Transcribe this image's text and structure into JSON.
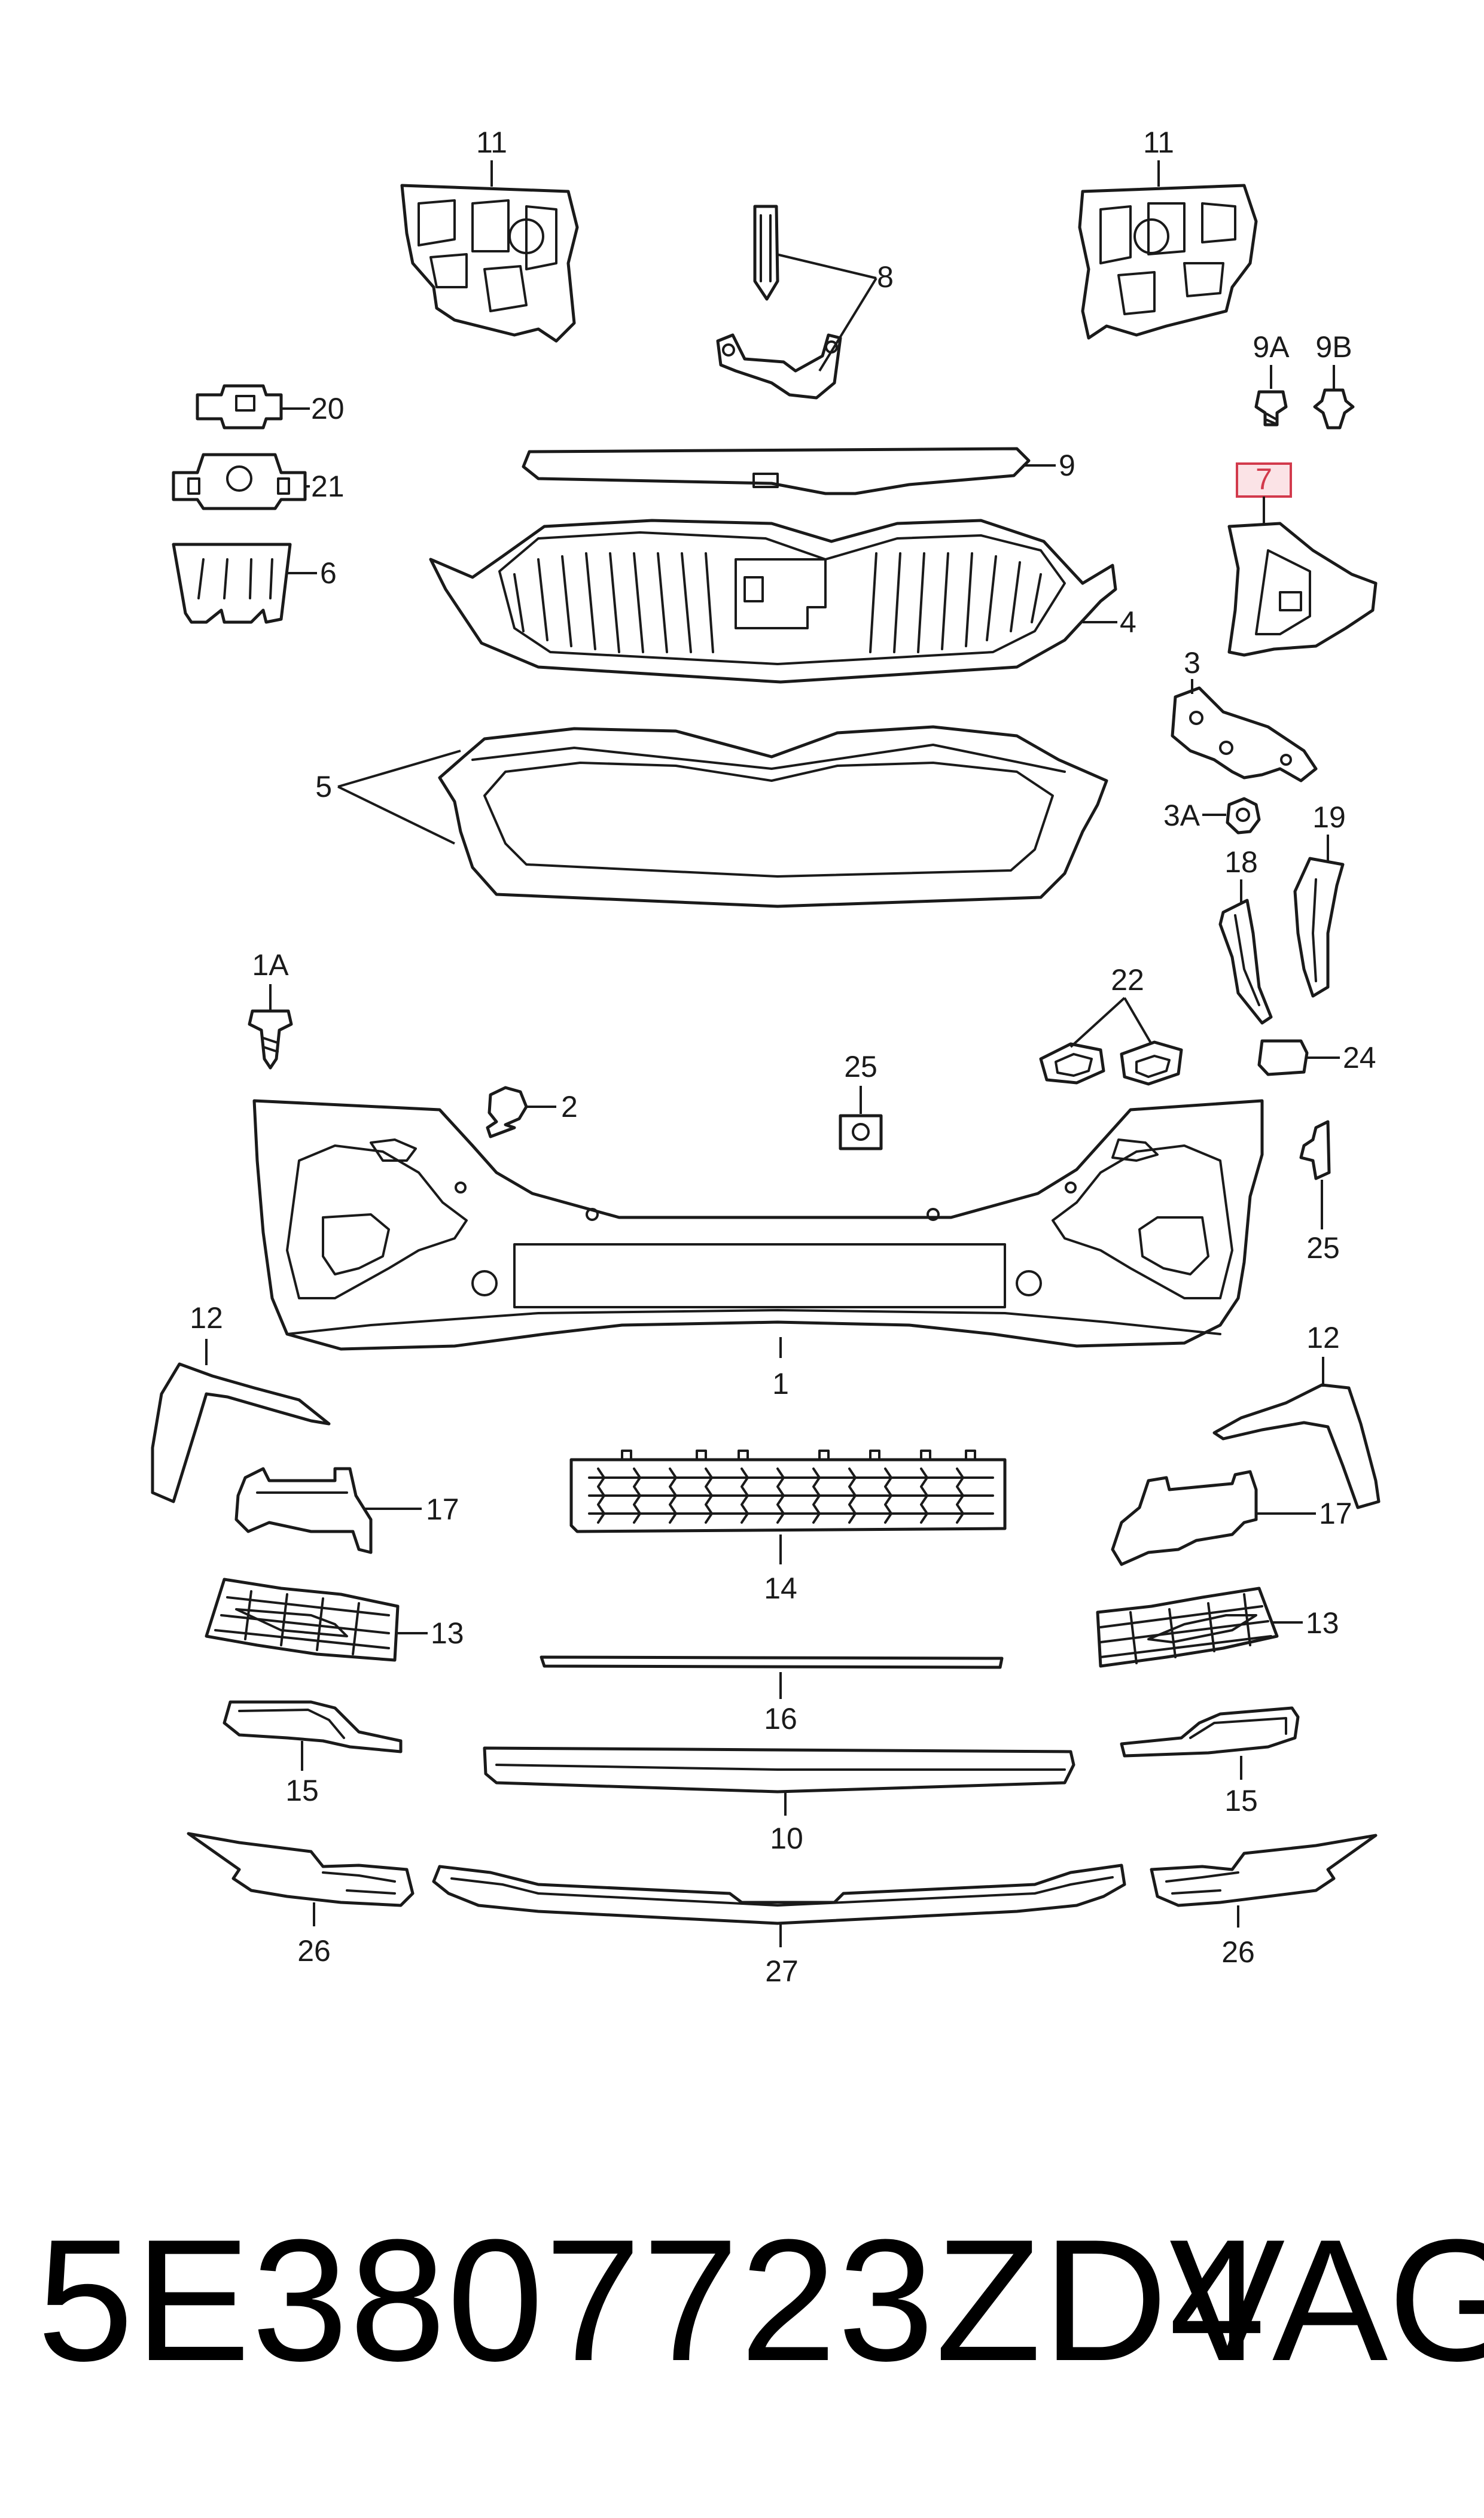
{
  "diagram": {
    "labels": {
      "p1": "1",
      "p1a": "1A",
      "p2": "2",
      "p3": "3",
      "p3a": "3A",
      "p4": "4",
      "p5": "5",
      "p6": "6",
      "p7": "7",
      "p8": "8",
      "p9": "9",
      "p9a": "9A",
      "p9b": "9B",
      "p10": "10",
      "p11": "11",
      "p12": "12",
      "p13": "13",
      "p14": "14",
      "p15": "15",
      "p16": "16",
      "p17": "17",
      "p18": "18",
      "p19": "19",
      "p20": "20",
      "p21": "21",
      "p22": "22",
      "p24": "24",
      "p25": "25",
      "p26": "26",
      "p27": "27"
    },
    "highlight_color": "#d23a4c"
  },
  "footer": {
    "part_number": "5E3807723ZD4",
    "brand": "VAG"
  }
}
